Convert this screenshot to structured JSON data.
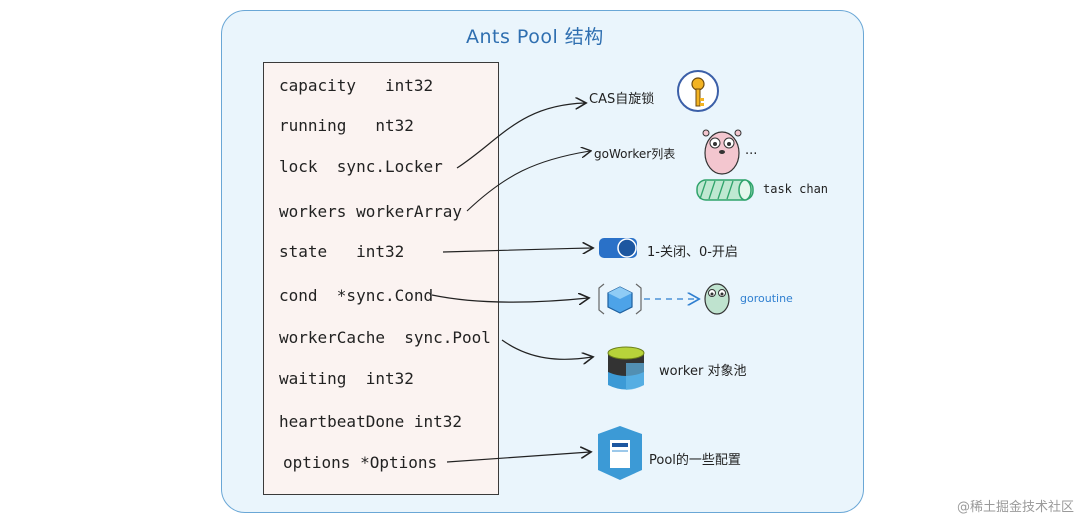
{
  "title": "Ants Pool 结构",
  "fields": [
    {
      "name": "capacity",
      "type": "int32"
    },
    {
      "name": "running",
      "type": "nt32"
    },
    {
      "name": "lock",
      "type": "sync.Locker"
    },
    {
      "name": "workers",
      "type": "workerArray"
    },
    {
      "name": "state",
      "type": "int32"
    },
    {
      "name": "cond",
      "type": "*sync.Cond"
    },
    {
      "name": "workerCache",
      "type": "sync.Pool"
    },
    {
      "name": "waiting",
      "type": "int32"
    },
    {
      "name": "heartbeatDone",
      "type": "int32"
    },
    {
      "name": "options",
      "type": "*Options"
    }
  ],
  "annotations": {
    "cas": "CAS自旋锁",
    "goworker": "goWorker列表",
    "ellipsis": "...",
    "task_chan": "task chan",
    "state_desc": "1-关闭、0-开启",
    "goroutine": "goroutine",
    "worker_pool": "worker 对象池",
    "pool_config": "Pool的一些配置"
  },
  "watermark": "@稀土掘金技术社区",
  "colors": {
    "accent": "#2f6fb0",
    "panel": "#eaf5fc",
    "struct_bg": "#fbf3f1",
    "green": "#2fa36b"
  }
}
